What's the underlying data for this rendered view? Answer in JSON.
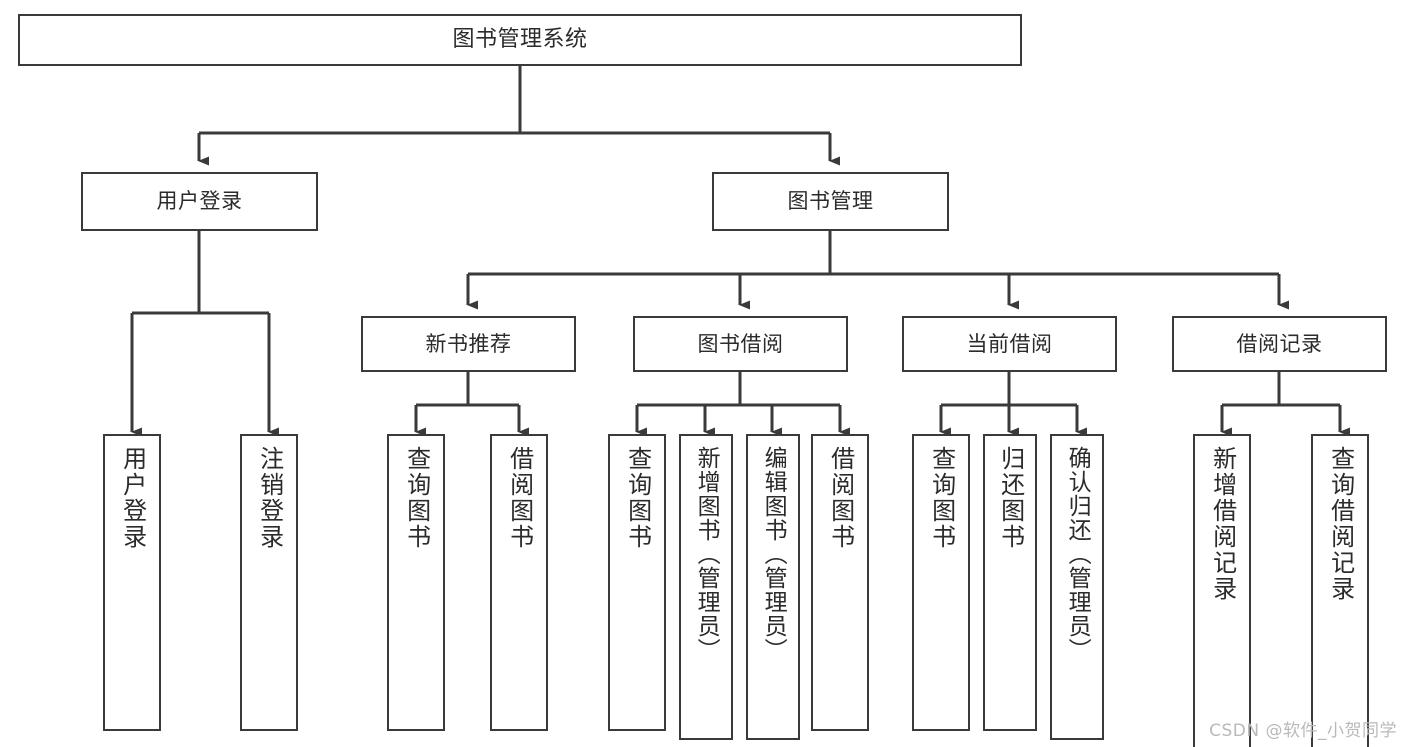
{
  "diagram": {
    "title": "图书管理系统",
    "type": "tree",
    "watermark": "CSDN @软件_小贺同学",
    "colors": {
      "box_border": "#3a3a3a",
      "box_fill": "#ffffff",
      "connector": "#3a3a3a",
      "text": "#2b2b2b",
      "watermark": "#b9b9b9",
      "background": "#ffffff"
    },
    "nodes": {
      "root": {
        "label": "图书管理系统"
      },
      "level2": [
        {
          "id": "user-login",
          "label": "用户登录"
        },
        {
          "id": "book-management",
          "label": "图书管理"
        }
      ],
      "level3": [
        {
          "id": "new-book-recommend",
          "label": "新书推荐"
        },
        {
          "id": "book-borrow",
          "label": "图书借阅"
        },
        {
          "id": "current-borrow",
          "label": "当前借阅"
        },
        {
          "id": "borrow-record",
          "label": "借阅记录"
        }
      ],
      "leaves": {
        "user-login": [
          {
            "id": "leaf-user-login",
            "label": "用户登录"
          },
          {
            "id": "leaf-logout",
            "label": "注销登录"
          }
        ],
        "new-book-recommend": [
          {
            "id": "leaf-query-book-1",
            "label": "查询图书"
          },
          {
            "id": "leaf-borrow-book-1",
            "label": "借阅图书"
          }
        ],
        "book-borrow": [
          {
            "id": "leaf-query-book-2",
            "label": "查询图书"
          },
          {
            "id": "leaf-add-book",
            "label": "新增图书（管理员）"
          },
          {
            "id": "leaf-edit-book",
            "label": "编辑图书（管理员）"
          },
          {
            "id": "leaf-borrow-book-2",
            "label": "借阅图书"
          }
        ],
        "current-borrow": [
          {
            "id": "leaf-query-book-3",
            "label": "查询图书"
          },
          {
            "id": "leaf-return-book",
            "label": "归还图书"
          },
          {
            "id": "leaf-confirm-return",
            "label": "确认归还（管理员）"
          }
        ],
        "borrow-record": [
          {
            "id": "leaf-add-record",
            "label": "新增借阅记录"
          },
          {
            "id": "leaf-query-record",
            "label": "查询借阅记录"
          }
        ]
      }
    }
  }
}
